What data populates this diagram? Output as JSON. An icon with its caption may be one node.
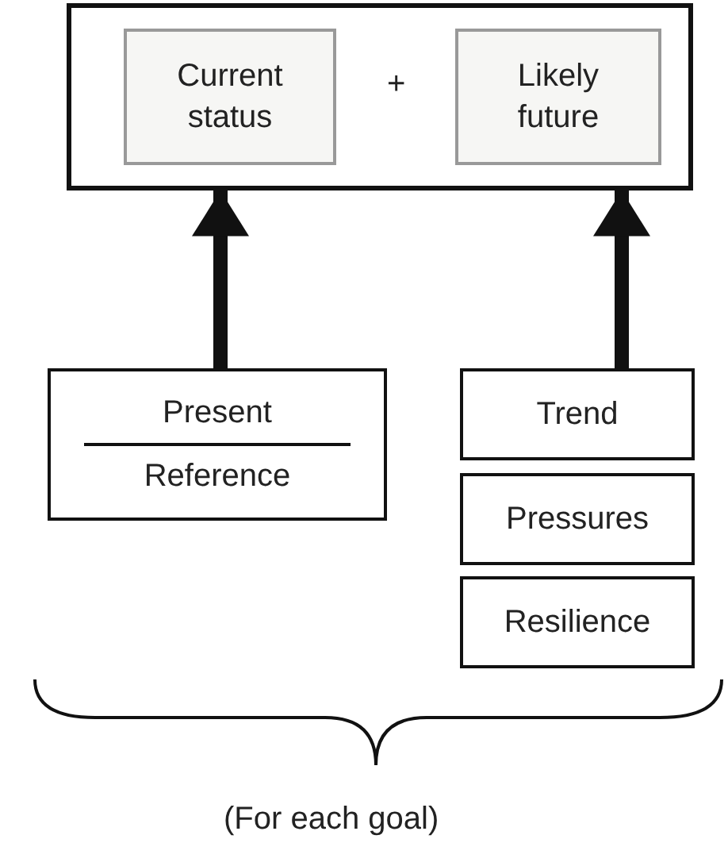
{
  "diagram": {
    "nodes": [
      {
        "text": [],
        "shape": "box"
      },
      {
        "text": [
          "Current status"
        ],
        "in": 0
      },
      {
        "text": [
          "Likely future"
        ],
        "in": 0
      },
      {
        "text": [
          "Present",
          "Reference"
        ]
      },
      {
        "text": [
          "Trend"
        ]
      },
      {
        "text": [
          "Pressures"
        ]
      },
      {
        "text": [
          "Resilience"
        ]
      }
    ],
    "edges": [
      {
        "from": 3,
        "to": 0,
        "arrow": "to"
      },
      {
        "from": 4,
        "to": 0,
        "arrow": "to"
      }
    ],
    "labels": [
      "+",
      "(For each goal)"
    ]
  }
}
